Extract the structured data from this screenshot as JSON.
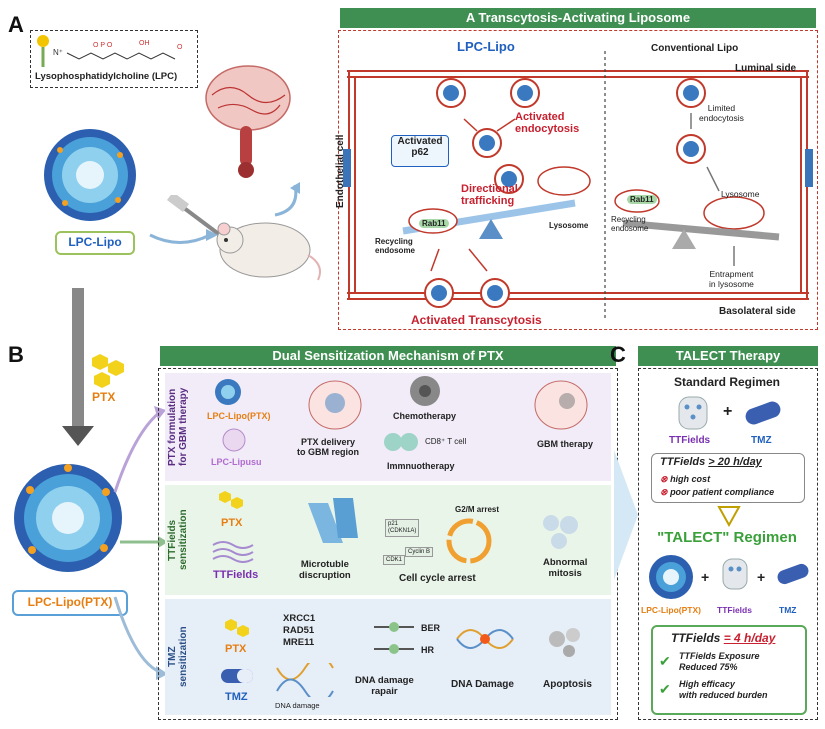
{
  "panel_a": {
    "letter": "A",
    "header": "A Transcytosis-Activating Liposome",
    "lpc_formula_label": "Lysophosphatidylcholine (LPC)",
    "lpc_lipo_label": "LPC-Lipo",
    "lpc_lipo_title": "LPC-Lipo",
    "conventional_label": "Conventional Lipo",
    "luminal": "Luminal side",
    "basolateral": "Basolateral side",
    "endothelial": "Endothelial cell",
    "activated_endocytosis": "Activated endocytosis",
    "activated_p62_line1": "Activated",
    "activated_p62_line2": "p62",
    "directional_line1": "Directional",
    "directional_line2": "trafficking",
    "rab11_left": "Rab11",
    "recycling_left_1": "Recycling",
    "recycling_left_2": "endosome",
    "lysosome_left": "Lysosome",
    "activated_transcytosis": "Activated Transcytosis",
    "limited_1": "Limited",
    "limited_2": "endocytosis",
    "lysosome_right": "Lysosome",
    "rab11_right": "Rab11",
    "recycling_right_1": "Recycling",
    "recycling_right_2": "endosome",
    "entrapment_1": "Entrapment",
    "entrapment_2": "in lysosome"
  },
  "panel_b": {
    "letter": "B",
    "header": "Dual Sensitization Mechanism of PTX",
    "ptx_label": "PTX",
    "lpc_lipo_ptx": "LPC-Lipo(PTX)",
    "row1_label_1": "PTX formulation",
    "row1_label_2": "for GBM therapy",
    "row1": {
      "lpc_lipo_ptx": "LPC-Lipo(PTX)",
      "lpc_lipusu": "LPC-Lipusu",
      "delivery_1": "PTX delivery",
      "delivery_2": "to GBM region",
      "chemo": "Chemotherapy",
      "cd8": "CD8⁺ T cell",
      "immuno": "Immnuotherapy",
      "gbm": "GBM therapy"
    },
    "row2_label_1": "TTFields",
    "row2_label_2": "sensitization",
    "row2": {
      "ptx": "PTX",
      "ttfields": "TTFields",
      "microtubule_1": "Microtuble",
      "microtubule_2": "discruption",
      "p21_1": "p21",
      "p21_2": "(CDKN1A)",
      "cyclin": "Cyclin B",
      "cdk1": "CDK1",
      "g2m": "G2/M arrest",
      "cell_cycle": "Cell cycle arrest",
      "abnormal_1": "Abnormal",
      "abnormal_2": "mitosis"
    },
    "row3_label_1": "TMZ",
    "row3_label_2": "sensitization",
    "row3": {
      "ptx": "PTX",
      "xrcc1": "XRCC1",
      "rad51": "RAD51",
      "mre11": "MRE11",
      "ber": "BER",
      "hr": "HR",
      "tmz": "TMZ",
      "dna_damage_small": "DNA damage",
      "repair_1": "DNA damage",
      "repair_2": "rapair",
      "dna_damage": "DNA Damage",
      "apoptosis": "Apoptosis"
    }
  },
  "panel_c": {
    "letter": "C",
    "header": "TALECT Therapy",
    "standard": "Standard Regimen",
    "ttfields": "TTFields",
    "tmz": "TMZ",
    "plus": "+",
    "ttf_req_prefix": "TTFields",
    "ttf_req_value": "> 20 h/day",
    "cost": "high cost",
    "compliance": "poor patient compliance",
    "talect": "\"TALECT\" Regimen",
    "lpc_lipo_ptx": "LPC-Lipo(PTX)",
    "ttfields2": "TTFields",
    "tmz2": "TMZ",
    "ttf_new_prefix": "TTFields",
    "ttf_new_value": "= 4 h/day",
    "benefit1_1": "TTFields Exposure",
    "benefit1_2": "Reduced 75%",
    "benefit2_1": "High efficacy",
    "benefit2_2": "with reduced burden"
  }
}
